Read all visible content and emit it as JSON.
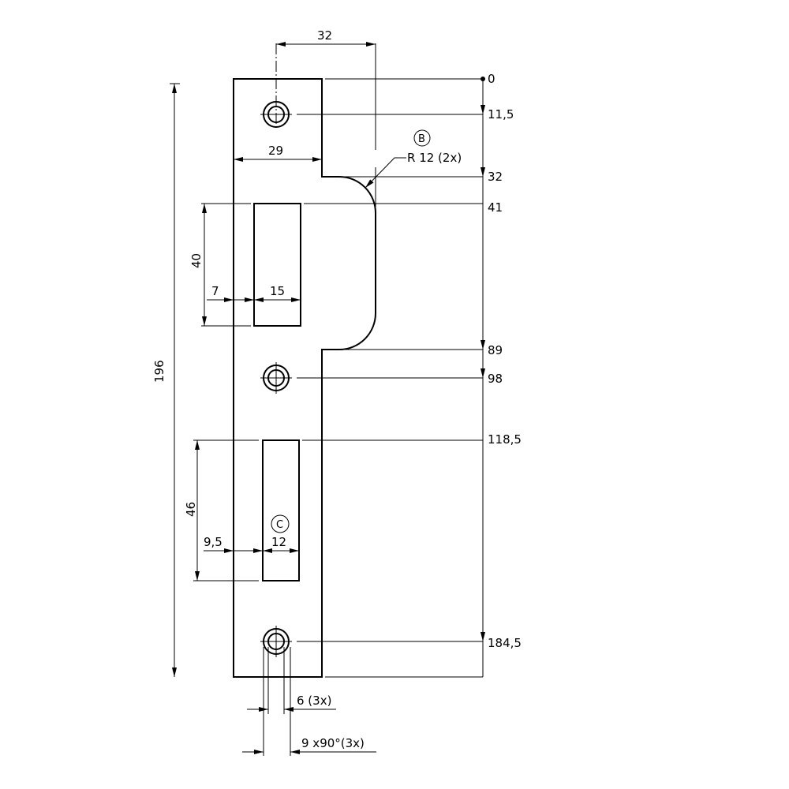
{
  "drawing": {
    "dims": {
      "top_width": "32",
      "plate_width": "29",
      "radius": "R 12 (2x)",
      "detail_b": "B",
      "detail_c": "C",
      "total_height": "196",
      "slot1_height": "40",
      "slot1_offset": "7",
      "slot1_width": "15",
      "slot2_height": "46",
      "slot2_offset": "9,5",
      "slot2_width": "12",
      "hole_diameter": "6 (3x)",
      "countersink": "9 x90°(3x)"
    },
    "ordinates": [
      "0",
      "11,5",
      "32",
      "41",
      "89",
      "98",
      "118,5",
      "184,5"
    ]
  }
}
